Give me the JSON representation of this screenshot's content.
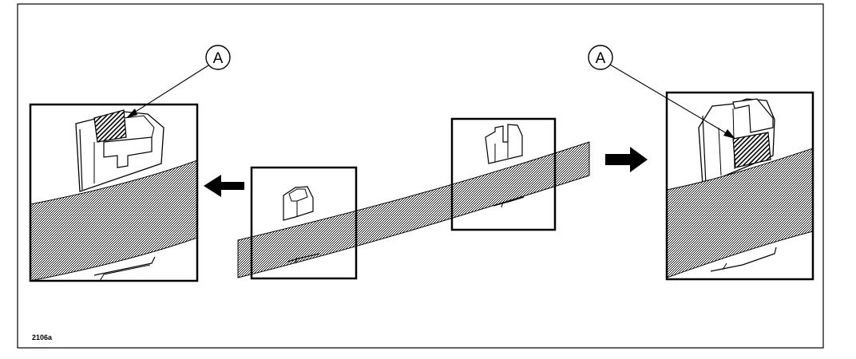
{
  "figure": {
    "reference": "2106a",
    "callouts": [
      {
        "label": "A"
      },
      {
        "label": "A"
      }
    ]
  }
}
